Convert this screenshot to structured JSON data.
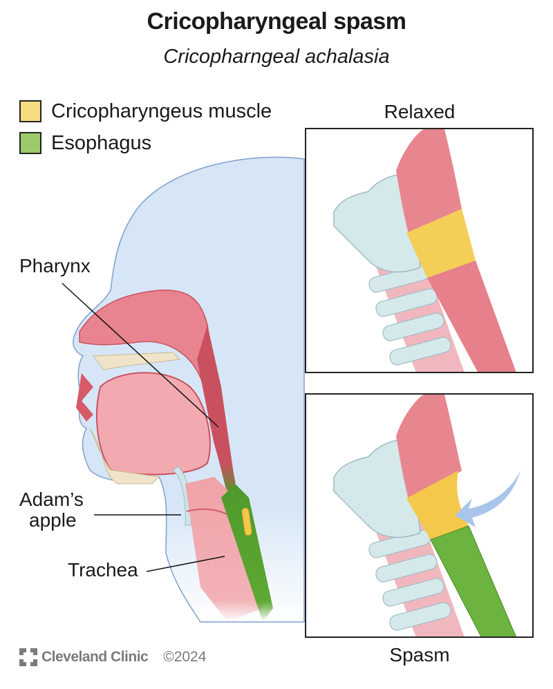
{
  "header": {
    "title": "Cricopharyngeal spasm",
    "subtitle": "Cricopharngeal achalasia"
  },
  "legend": {
    "items": [
      {
        "label": "Cricopharyngeus muscle",
        "color": "#f7dc7d"
      },
      {
        "label": "Esophagus",
        "color": "#9dcb6b"
      }
    ]
  },
  "main_figure": {
    "labels": {
      "pharynx": "Pharynx",
      "adams_apple_line1": "Adam’s",
      "adams_apple_line2": "apple",
      "trachea": "Trachea"
    },
    "colors": {
      "skin": "#d6e6f6",
      "skin_outline": "#7e9fcf",
      "tissue": "#e8848f",
      "tissue_dark": "#c9515f",
      "bone": "#efe3c9",
      "cartilage": "#cfe4e8",
      "esophagus": "#4e9a2a",
      "cricopharyngeus": "#f2c94c"
    }
  },
  "panels": {
    "relaxed": {
      "title": "Relaxed"
    },
    "spasm": {
      "title": "Spasm",
      "arrow_color": "#a9c6ea"
    }
  },
  "footer": {
    "brand": "Cleveland Clinic",
    "copyright": "©2024"
  }
}
